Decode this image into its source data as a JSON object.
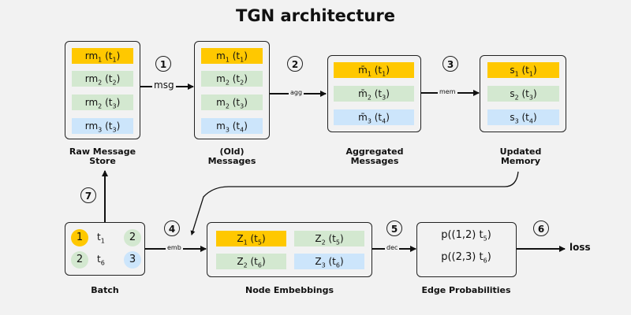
{
  "title": "TGN architecture",
  "colors": {
    "highlight": "#ffc800",
    "green": "#d3e8d0",
    "blue": "#cce5fb"
  },
  "raw_store": {
    "label": "Raw Message Store",
    "items": [
      {
        "base": "rm",
        "node": "1",
        "time": "1",
        "color": "yellow"
      },
      {
        "base": "rm",
        "node": "2",
        "time": "2",
        "color": "green"
      },
      {
        "base": "rm",
        "node": "2",
        "time": "3",
        "color": "green"
      },
      {
        "base": "rm",
        "node": "3",
        "time": "3",
        "color": "blue"
      }
    ]
  },
  "messages": {
    "label_line1": "(Old)",
    "label_line2": "Messages",
    "items": [
      {
        "base": "m",
        "node": "1",
        "time": "1"
      },
      {
        "base": "m",
        "node": "2",
        "time": "2"
      },
      {
        "base": "m",
        "node": "2",
        "time": "3"
      },
      {
        "base": "m",
        "node": "3",
        "time": "4"
      }
    ]
  },
  "aggregated": {
    "label_line1": "Aggregated",
    "label_line2": "Messages",
    "items": [
      {
        "base": "m̄",
        "node": "1",
        "time": "1"
      },
      {
        "base": "m̄",
        "node": "2",
        "time": "3"
      },
      {
        "base": "m̄",
        "node": "3",
        "time": "4"
      }
    ]
  },
  "memory": {
    "label_line1": "Updated",
    "label_line2": "Memory",
    "items": [
      {
        "base": "s",
        "node": "1",
        "time": "1"
      },
      {
        "base": "s",
        "node": "2",
        "time": "3"
      },
      {
        "base": "s",
        "node": "3",
        "time": "4"
      }
    ]
  },
  "batch": {
    "label": "Batch",
    "edges": [
      {
        "src": "1",
        "time": "1",
        "dst": "2"
      },
      {
        "src": "2",
        "time": "6",
        "dst": "3"
      }
    ]
  },
  "embeddings": {
    "label": "Node Embebbings",
    "items": [
      {
        "base": "Z",
        "node": "1",
        "time": "5"
      },
      {
        "base": "Z",
        "node": "2",
        "time": "5"
      },
      {
        "base": "Z",
        "node": "2",
        "time": "6"
      },
      {
        "base": "Z",
        "node": "3",
        "time": "6"
      }
    ]
  },
  "probabilities": {
    "label": "Edge Probabilities",
    "items": [
      {
        "prefix": "p((1,2) t",
        "time": "5",
        "suffix": ")"
      },
      {
        "prefix": "p((2,3) t",
        "time": "6",
        "suffix": ")"
      }
    ]
  },
  "edges": {
    "msg": "msg",
    "agg": "agg",
    "mem": "mem",
    "emb": "emb",
    "dec": "dec",
    "loss": "loss"
  },
  "steps": [
    "1",
    "2",
    "3",
    "4",
    "5",
    "6",
    "7"
  ]
}
